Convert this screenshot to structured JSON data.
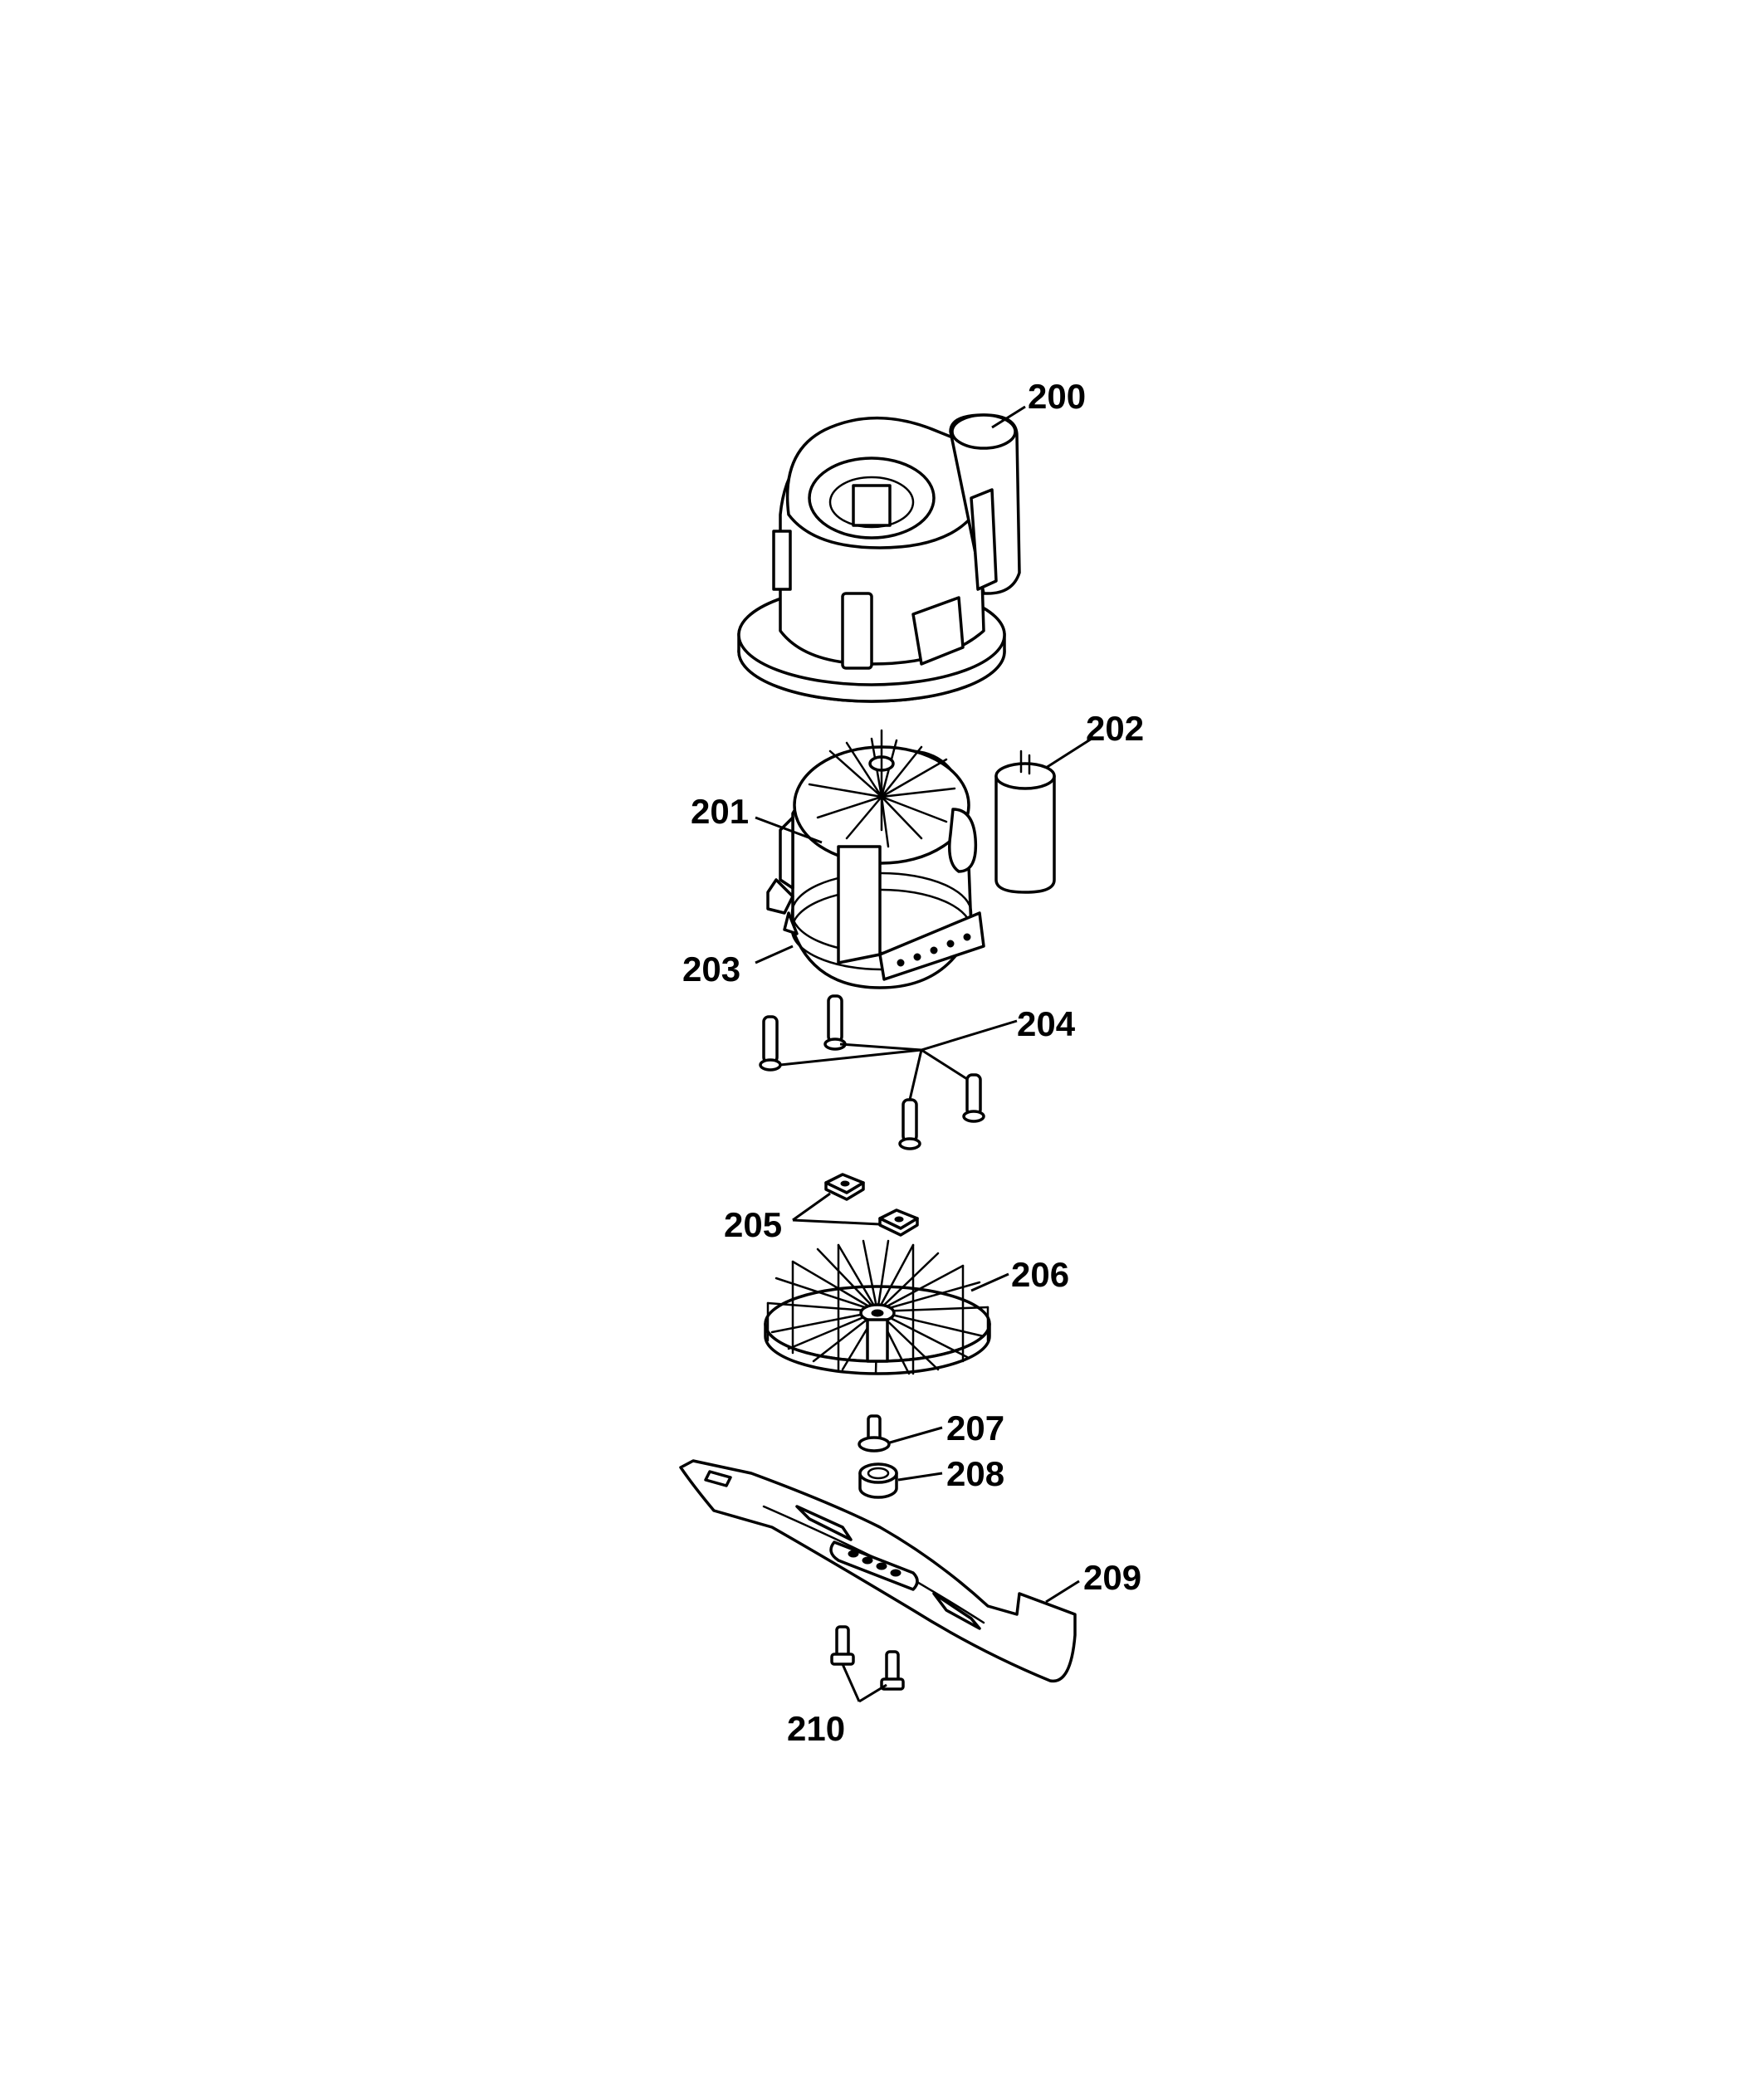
{
  "callouts": {
    "c200": "200",
    "c201": "201",
    "c202": "202",
    "c203": "203",
    "c204": "204",
    "c205": "205",
    "c206": "206",
    "c207": "207",
    "c208": "208",
    "c209": "209",
    "c210": "210"
  }
}
